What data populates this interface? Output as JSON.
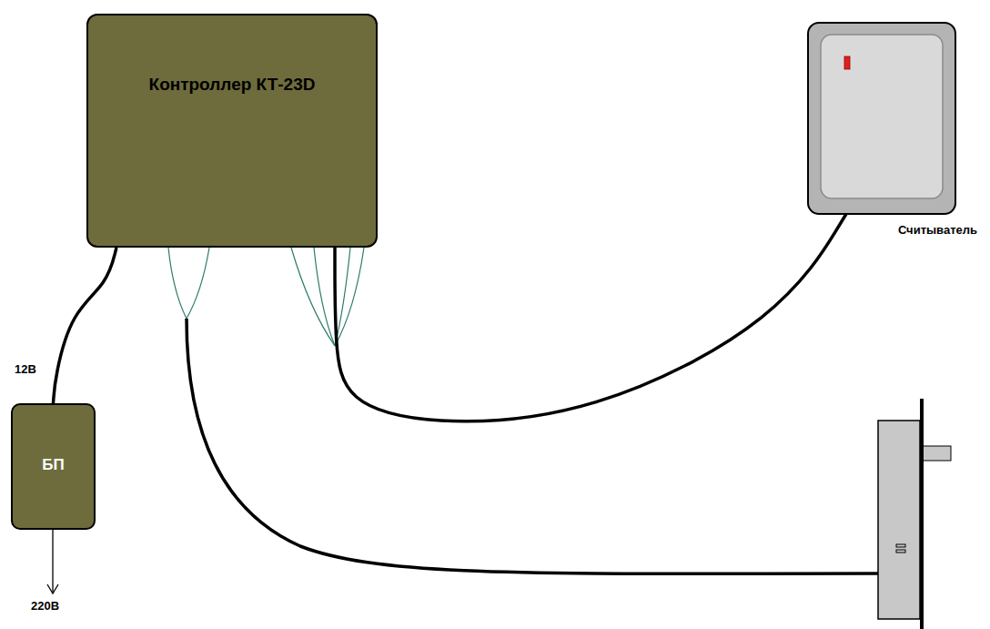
{
  "diagram": {
    "nodes": [
      {
        "text": [
          "Контроллер КТ-23D"
        ]
      },
      {
        "text": [
          "БП"
        ]
      },
      {
        "text": [
          "Считыватель"
        ]
      }
    ],
    "edges": [
      {
        "from": 0,
        "to": 1,
        "arrow": "none"
      },
      {
        "from": 0,
        "to": 2,
        "arrow": "none"
      }
    ],
    "labels": [
      "12В",
      "220В"
    ]
  }
}
